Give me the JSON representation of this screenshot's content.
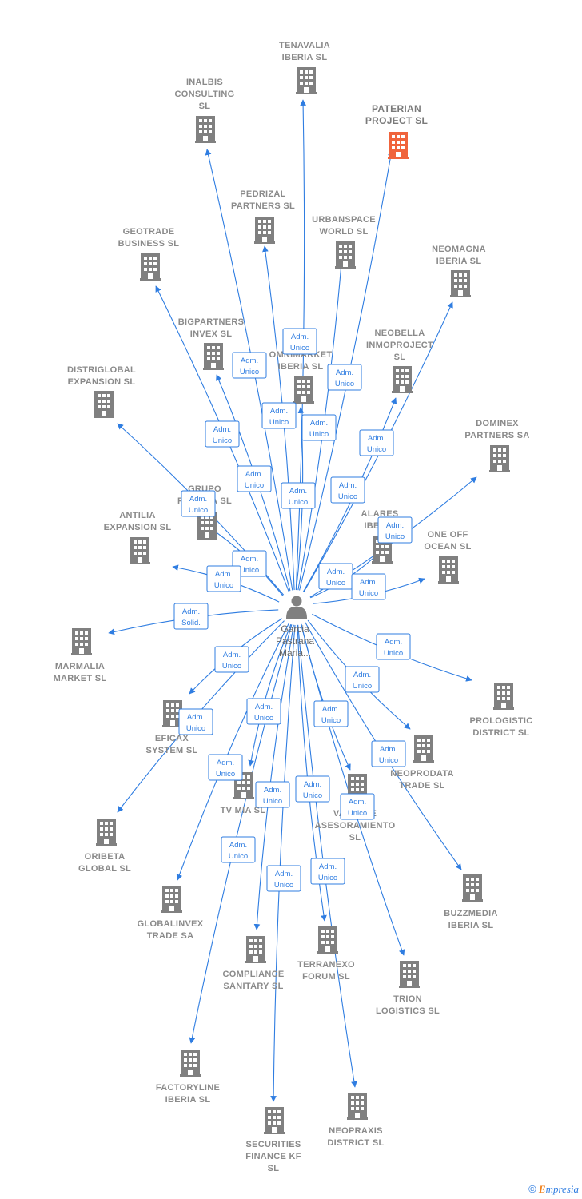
{
  "center": {
    "label_lines": [
      "Garcia",
      "Pastrana",
      "Maria..."
    ]
  },
  "colors": {
    "edge": "#2f7de1",
    "building": "#808080",
    "highlight": "#f0643c"
  },
  "nodes": [
    {
      "id": "tenavalia",
      "lines": [
        "TENAVALIA",
        "IBERIA  SL"
      ],
      "highlight": false
    },
    {
      "id": "inalbis",
      "lines": [
        "INALBIS",
        "CONSULTING",
        "SL"
      ],
      "highlight": false
    },
    {
      "id": "paterian",
      "lines": [
        "PATERIAN",
        "PROJECT  SL"
      ],
      "highlight": true
    },
    {
      "id": "pedrizal",
      "lines": [
        "PEDRIZAL",
        "PARTNERS  SL"
      ],
      "highlight": false
    },
    {
      "id": "urbanspace",
      "lines": [
        "URBANSPACE",
        "WORLD  SL"
      ],
      "highlight": false
    },
    {
      "id": "geotrade",
      "lines": [
        "GEOTRADE",
        "BUSINESS  SL"
      ],
      "highlight": false
    },
    {
      "id": "neomagna",
      "lines": [
        "NEOMAGNA",
        "IBERIA  SL"
      ],
      "highlight": false
    },
    {
      "id": "bigpartners",
      "lines": [
        "BIGPARTNERS",
        "INVEX  SL"
      ],
      "highlight": false
    },
    {
      "id": "omnimarket",
      "lines": [
        "OMNIMARKET",
        "IBERIA  SL"
      ],
      "highlight": false
    },
    {
      "id": "neobella",
      "lines": [
        "NEOBELLA",
        "INMOPROJECT",
        "SL"
      ],
      "highlight": false
    },
    {
      "id": "distriglobal",
      "lines": [
        "DISTRIGLOBAL",
        "EXPANSION  SL"
      ],
      "highlight": false
    },
    {
      "id": "dominex",
      "lines": [
        "DOMINEX",
        "PARTNERS SA"
      ],
      "highlight": false
    },
    {
      "id": "grupo",
      "lines": [
        "GRUPO",
        "FINANZA  SL"
      ],
      "highlight": false
    },
    {
      "id": "antilia",
      "lines": [
        "ANTILIA",
        "EXPANSION  SL"
      ],
      "highlight": false
    },
    {
      "id": "alares",
      "lines": [
        "ALARES",
        "IBERIA"
      ],
      "highlight": false
    },
    {
      "id": "oneoff",
      "lines": [
        "ONE OFF",
        "OCEAN  SL"
      ],
      "highlight": false
    },
    {
      "id": "marmalia",
      "lines": [
        "MARMALIA",
        "MARKET  SL"
      ],
      "highlight": false
    },
    {
      "id": "prologistic",
      "lines": [
        "PROLOGISTIC",
        "DISTRICT  SL"
      ],
      "highlight": false
    },
    {
      "id": "eficax",
      "lines": [
        "EFICAX",
        "SYSTEM SL"
      ],
      "highlight": false
    },
    {
      "id": "neoprodata",
      "lines": [
        "NEOPRODATA",
        "TRADE  SL"
      ],
      "highlight": false
    },
    {
      "id": "tvmia",
      "lines": [
        "TV MIA  SL"
      ],
      "highlight": false
    },
    {
      "id": "vantage",
      "lines": [
        "VANTAGE",
        "ASESORAMIENTO",
        "SL"
      ],
      "highlight": false
    },
    {
      "id": "oribeta",
      "lines": [
        "ORIBETA",
        "GLOBAL  SL"
      ],
      "highlight": false
    },
    {
      "id": "buzzmedia",
      "lines": [
        "BUZZMEDIA",
        "IBERIA  SL"
      ],
      "highlight": false
    },
    {
      "id": "globalinvex",
      "lines": [
        "GLOBALINVEX",
        "TRADE SA"
      ],
      "highlight": false
    },
    {
      "id": "compliance",
      "lines": [
        "COMPLIANCE",
        "SANITARY  SL"
      ],
      "highlight": false
    },
    {
      "id": "terranexo",
      "lines": [
        "TERRANEXO",
        "FORUM  SL"
      ],
      "highlight": false
    },
    {
      "id": "trion",
      "lines": [
        "TRION",
        "LOGISTICS  SL"
      ],
      "highlight": false
    },
    {
      "id": "factoryline",
      "lines": [
        "FACTORYLINE",
        "IBERIA  SL"
      ],
      "highlight": false
    },
    {
      "id": "securities",
      "lines": [
        "SECURITIES",
        "FINANCE KF",
        "SL"
      ],
      "highlight": false
    },
    {
      "id": "neopraxis",
      "lines": [
        "NEOPRAXIS",
        "DISTRICT  SL"
      ],
      "highlight": false
    }
  ],
  "edges": [
    {
      "to": "tenavalia",
      "role": [
        "Adm.",
        "Unico"
      ]
    },
    {
      "to": "inalbis",
      "role": [
        "Adm.",
        "Unico"
      ]
    },
    {
      "to": "paterian",
      "role": [
        "Adm.",
        "Unico"
      ]
    },
    {
      "to": "pedrizal",
      "role": [
        "Adm.",
        "Unico"
      ]
    },
    {
      "to": "urbanspace",
      "role": [
        "Adm.",
        "Unico"
      ]
    },
    {
      "to": "geotrade",
      "role": [
        "Adm.",
        "Unico"
      ]
    },
    {
      "to": "neomagna",
      "role": [
        "Adm.",
        "Unico"
      ]
    },
    {
      "to": "bigpartners",
      "role": [
        "Adm.",
        "Unico"
      ]
    },
    {
      "to": "omnimarket",
      "role": [
        "Adm.",
        "Unico"
      ]
    },
    {
      "to": "neobella",
      "role": [
        "Adm.",
        "Unico"
      ]
    },
    {
      "to": "distriglobal",
      "role": [
        "Adm.",
        "Unico"
      ]
    },
    {
      "to": "dominex",
      "role": [
        "Adm.",
        "Unico"
      ]
    },
    {
      "to": "grupo",
      "role": [
        "Adm.",
        "Unico"
      ]
    },
    {
      "to": "antilia",
      "role": [
        "Adm.",
        "Unico"
      ]
    },
    {
      "to": "alares",
      "role": [
        "Adm.",
        "Unico"
      ]
    },
    {
      "to": "oneoff",
      "role": [
        "Adm.",
        "Unico"
      ]
    },
    {
      "to": "marmalia",
      "role": [
        "Adm.",
        "Solid."
      ]
    },
    {
      "to": "prologistic",
      "role": [
        "Adm.",
        "Unico"
      ]
    },
    {
      "to": "eficax",
      "role": [
        "Adm.",
        "Unico"
      ]
    },
    {
      "to": "neoprodata",
      "role": [
        "Adm.",
        "Unico"
      ]
    },
    {
      "to": "tvmia",
      "role": [
        "Adm.",
        "Unico"
      ]
    },
    {
      "to": "vantage",
      "role": [
        "Adm.",
        "Unico"
      ]
    },
    {
      "to": "oribeta",
      "role": [
        "Adm.",
        "Unico"
      ]
    },
    {
      "to": "buzzmedia",
      "role": [
        "Adm.",
        "Unico"
      ]
    },
    {
      "to": "globalinvex",
      "role": [
        "Adm.",
        "Unico"
      ]
    },
    {
      "to": "compliance",
      "role": [
        "Adm.",
        "Unico"
      ]
    },
    {
      "to": "terranexo",
      "role": [
        "Adm.",
        "Unico"
      ]
    },
    {
      "to": "trion",
      "role": [
        "Adm.",
        "Unico"
      ]
    },
    {
      "to": "factoryline",
      "role": [
        "Adm.",
        "Unico"
      ]
    },
    {
      "to": "securities",
      "role": [
        "Adm.",
        "Unico"
      ]
    },
    {
      "to": "neopraxis",
      "role": [
        "Adm.",
        "Unico"
      ]
    }
  ],
  "footer": {
    "copyright": "©",
    "brand_initial": "E",
    "brand_rest": "mpresia"
  }
}
